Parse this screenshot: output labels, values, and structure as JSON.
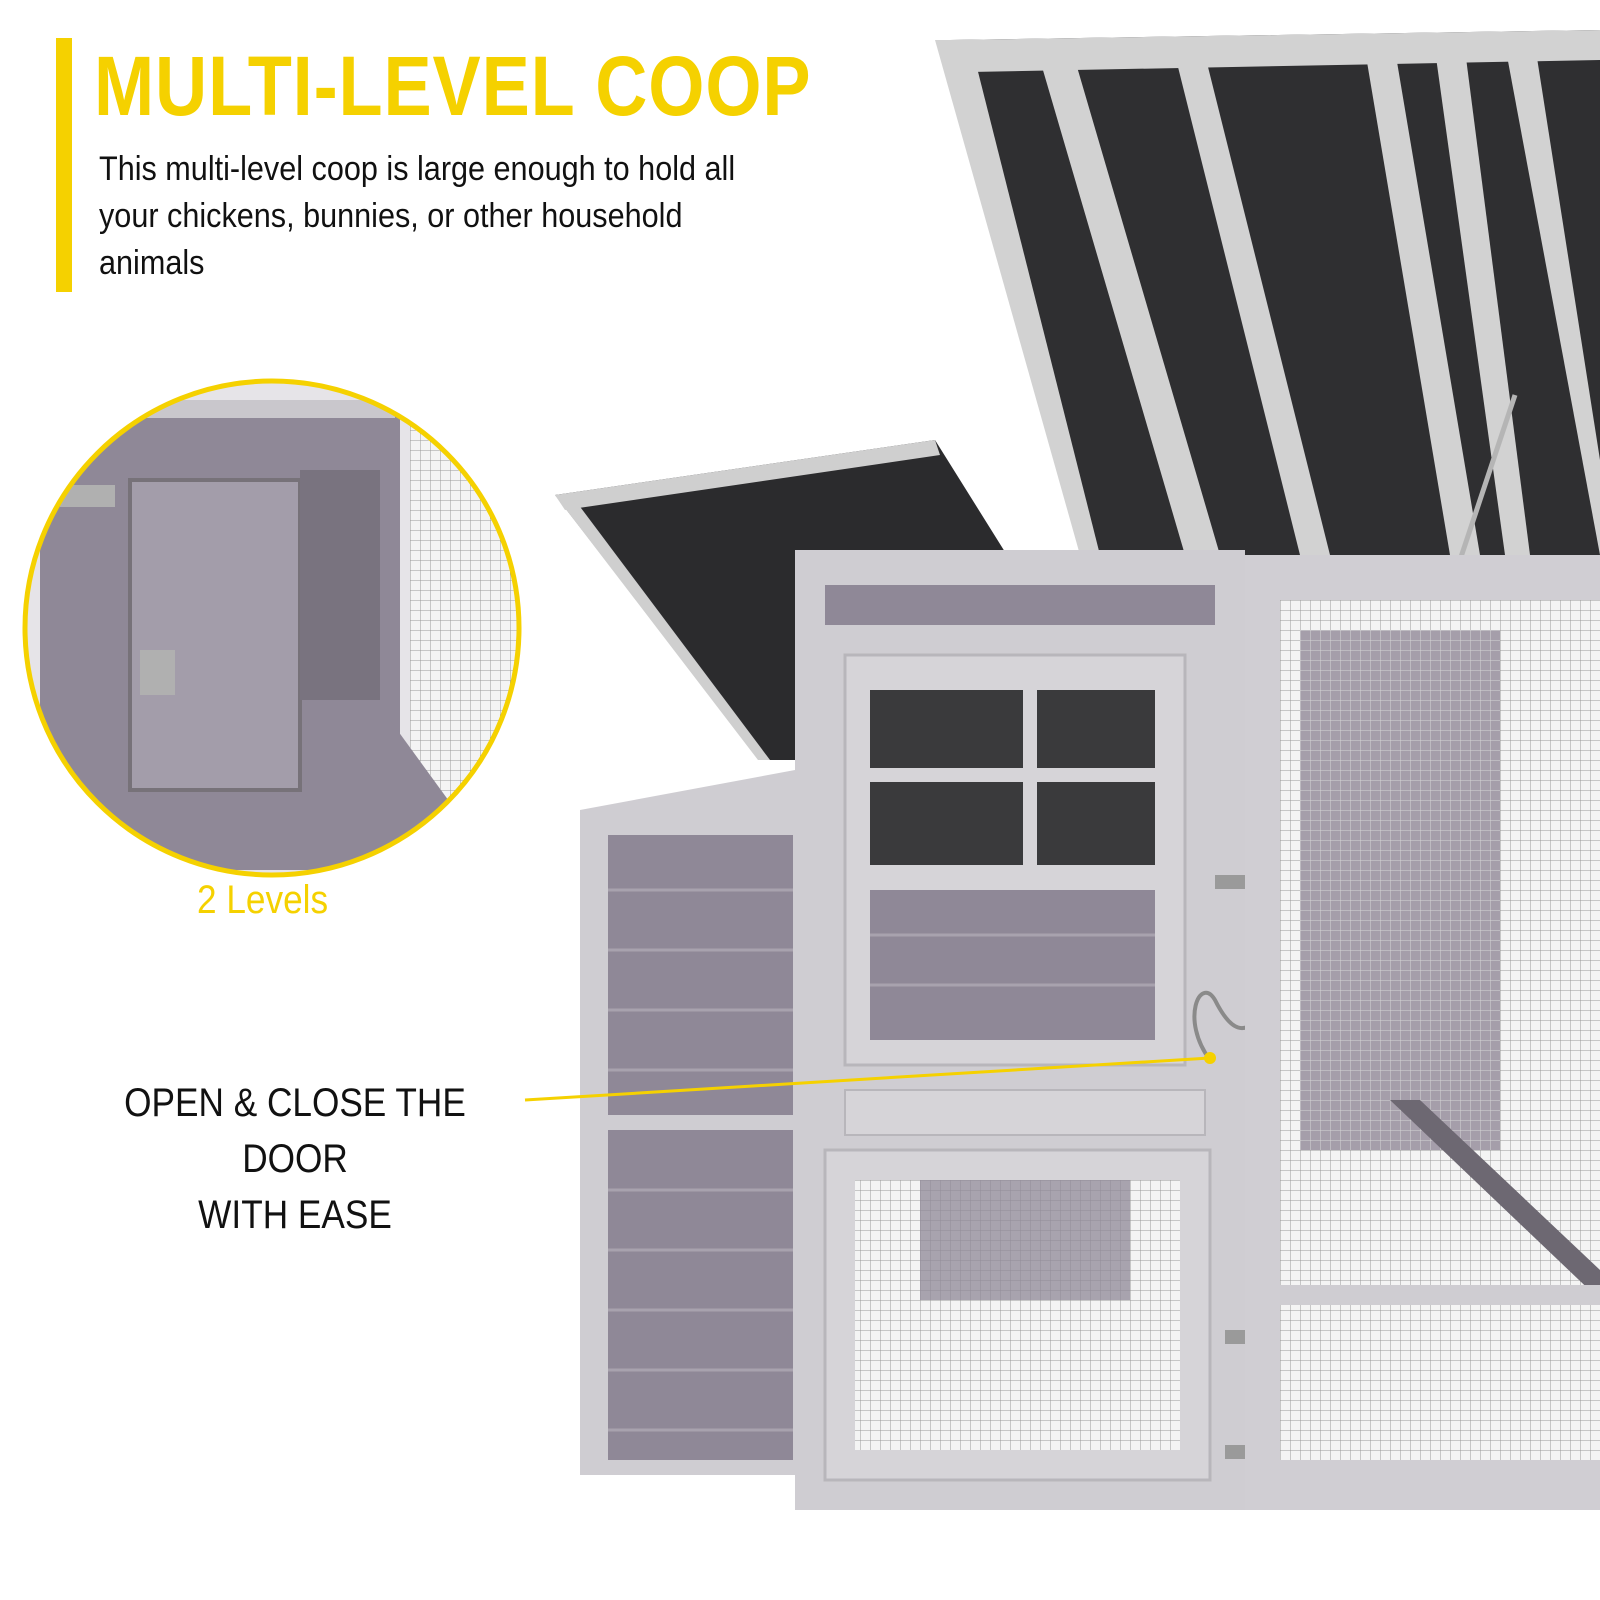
{
  "header": {
    "title": "MULTI-LEVEL COOP",
    "description": "This multi-level coop is large enough to hold all your chickens, bunnies, or other household animals"
  },
  "inset": {
    "caption": "2 Levels"
  },
  "callout": {
    "line1": "OPEN & CLOSE THE DOOR",
    "line2": "WITH EASE"
  },
  "colors": {
    "accent": "#f5d100",
    "wood_frame": "#c8c6cc",
    "panel_purple": "#8e8796",
    "roof_dark": "#2f2f31"
  },
  "icons": [
    "zoom-circle-icon",
    "callout-pointer-icon"
  ]
}
